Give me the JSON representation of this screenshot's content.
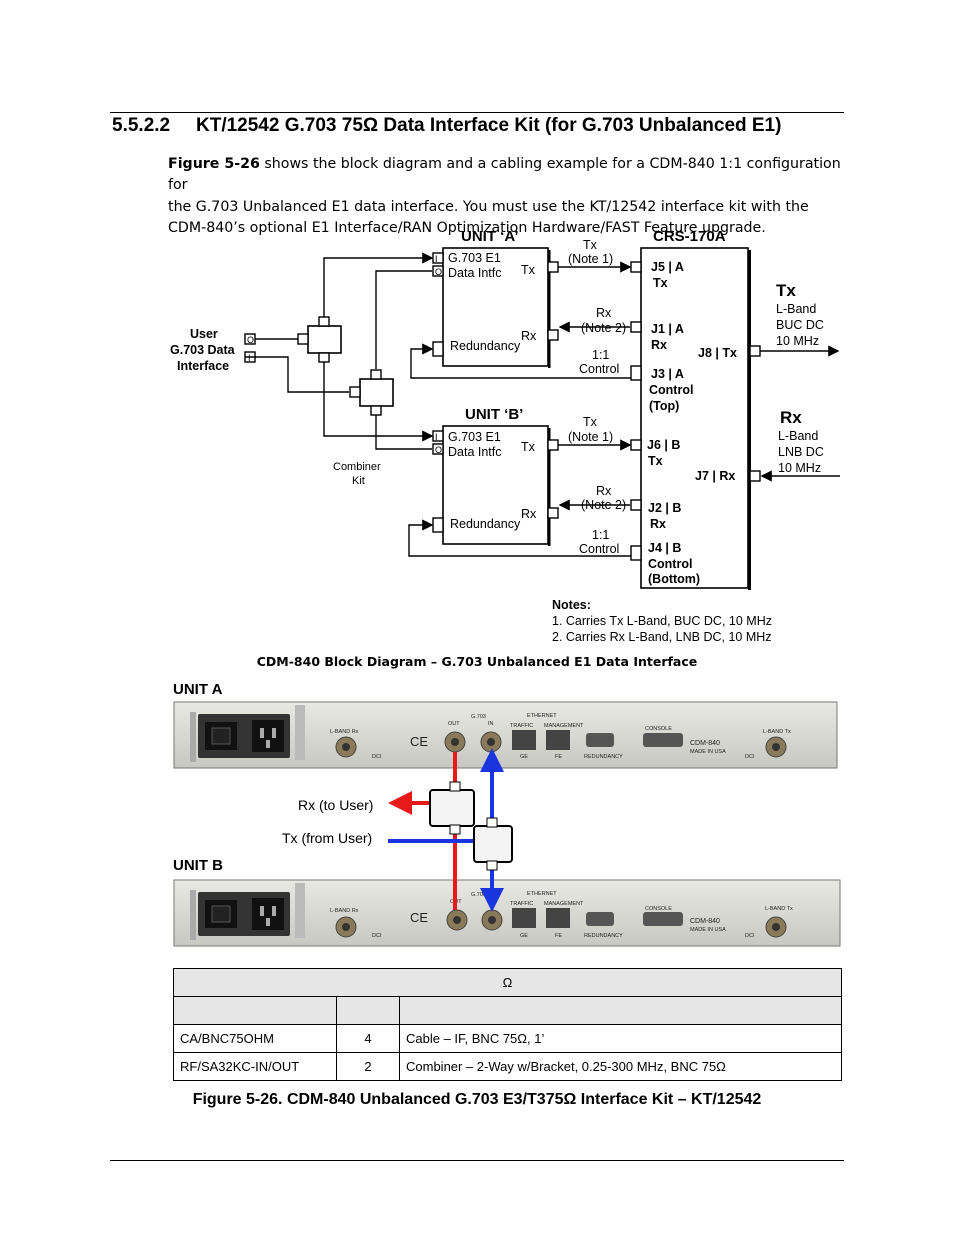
{
  "section": {
    "number": "5.5.2.2",
    "title": "KT/12542 G.703 75Ω Data Interface Kit (for G.703 Unbalanced E1)"
  },
  "intro": {
    "figure_ref": "Figure 5-26",
    "line1": " shows the block diagram and a cabling example for a CDM-840 1:1 configuration for",
    "line2": "the G.703 Unbalanced E1 data interface. You must use the KT/12542 interface kit with the",
    "line3": "CDM-840’s optional E1 Interface/RAN Optimization Hardware/FAST Feature upgrade."
  },
  "block_diagram": {
    "unit_a": "UNIT ‘A’",
    "unit_b": "UNIT ‘B’",
    "crs": "CRS-170A",
    "g703_e1": "G.703 E1",
    "data_intfc": "Data Intfc",
    "redundancy": "Redundancy",
    "tx": "Tx",
    "rx": "Rx",
    "port_i": "I",
    "port_o": "O",
    "tx_note1": "(Note 1)",
    "rx_note2": "(Note 2)",
    "one_one": "1:1",
    "control": "Control",
    "user_1": "User",
    "user_2": "G.703 Data",
    "user_3": "Interface",
    "combiner_1": "Combiner",
    "combiner_2": "Kit",
    "j5a": "J5 | A",
    "j1a": "J1 | A",
    "j3a": "J3 | A",
    "top": "(Top)",
    "j6b": "J6 | B",
    "j2b": "J2 | B",
    "j4b": "J4 | B",
    "bottom": "(Bottom)",
    "j8": "J8 | Tx",
    "j7": "J7 | Rx",
    "lband": "L-Band",
    "buc": "BUC DC",
    "lnb": "LNB DC",
    "mhz": "10 MHz",
    "notes_title": "Notes:",
    "note1": "1. Carries Tx L-Band, BUC DC, 10 MHz",
    "note2": "2. Carries Rx L-Band, LNB DC, 10 MHz"
  },
  "diagram_caption": "CDM-840 Block Diagram – G.703 Unbalanced E1 Data Interface",
  "cabling": {
    "unit_a": "UNIT A",
    "unit_b": "UNIT B",
    "rx_to_user": "Rx (to User)",
    "tx_from_user": "Tx (from User)",
    "lband_rx": "L-BAND Rx",
    "lband_tx": "L-BAND Tx",
    "out": "OUT",
    "g703": "G.703",
    "in": "IN",
    "ethernet": "ETHERNET",
    "traffic": "TRAFFIC",
    "management": "MANAGEMENT",
    "ge": "GE",
    "fe": "FE",
    "redundancy": "REDUNDANCY",
    "console": "CONSOLE",
    "model": "CDM-840",
    "made": "MADE IN USA",
    "dci": "DCI",
    "ce": "CE",
    "colors": {
      "rx": "#e8191b",
      "tx": "#1a35e0",
      "panel": "#d6d6d0"
    }
  },
  "table": {
    "title": "Ω",
    "rows": [
      {
        "part": "CA/BNC75OHM",
        "qty": "4",
        "desc": "Cable – IF, BNC 75Ω, 1’"
      },
      {
        "part": "RF/SA32KC-IN/OUT",
        "qty": "2",
        "desc": "Combiner – 2-Way w/Bracket, 0.25-300 MHz, BNC 75Ω"
      }
    ]
  },
  "figure_caption": "Figure 5-26. CDM-840 Unbalanced G.703 E3/T375Ω Interface Kit – KT/12542"
}
